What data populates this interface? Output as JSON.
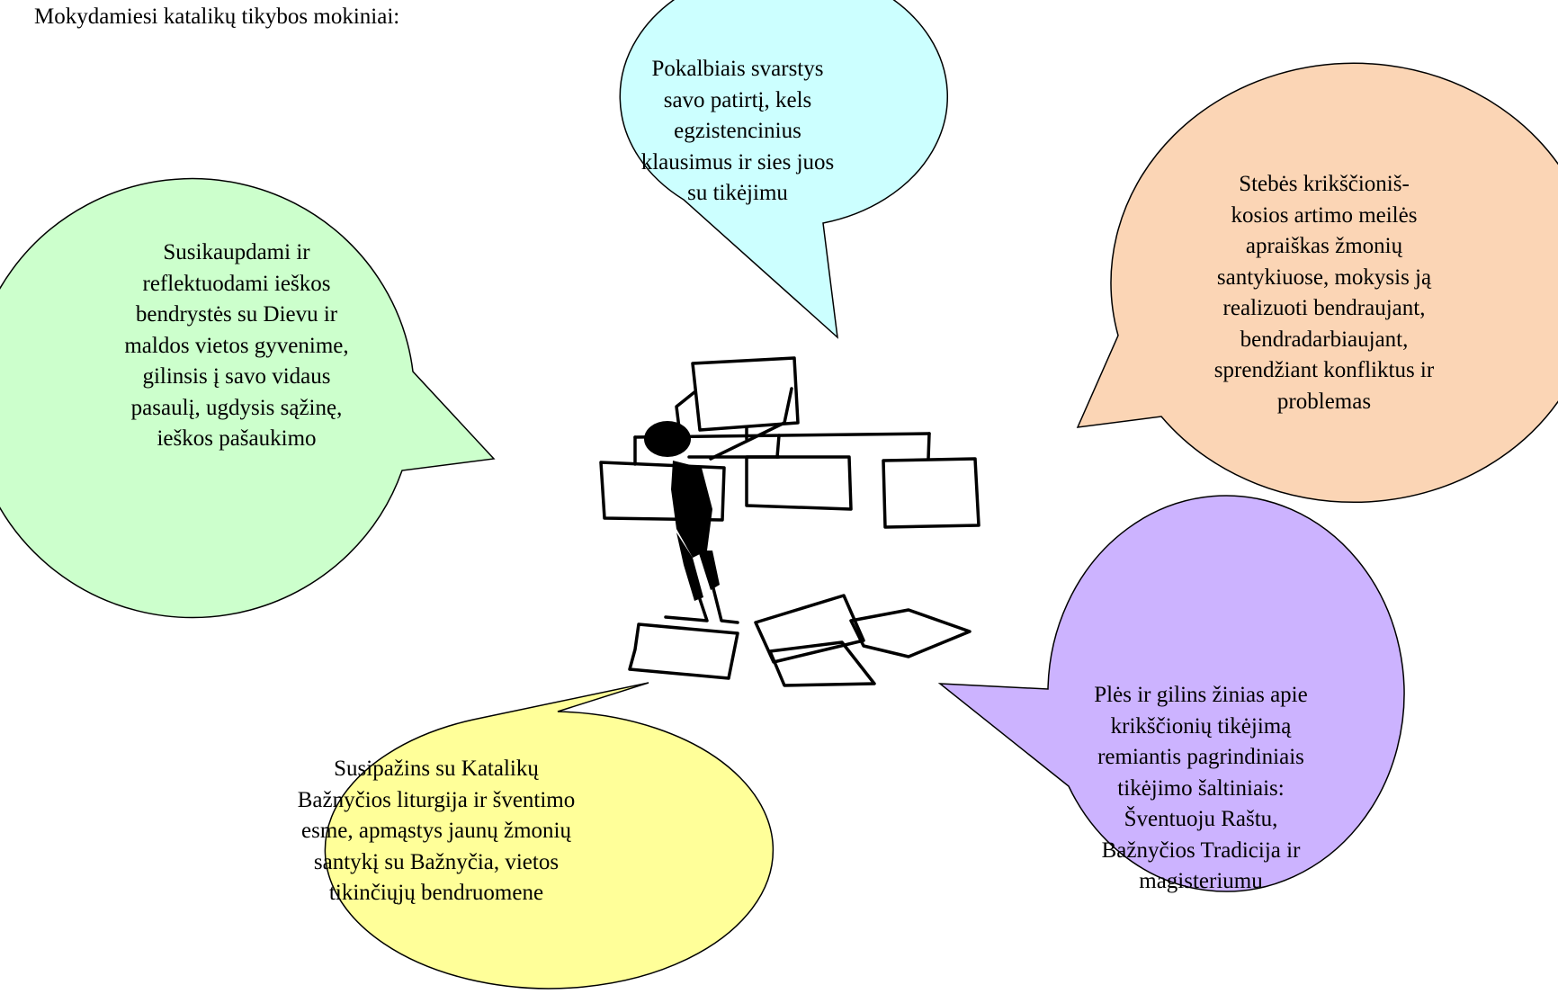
{
  "intro": "Mokydamiesi katalikų tikybos mokiniai:",
  "bubbles": {
    "top": {
      "lines": [
        "Pokalbiais svarstys",
        "savo patirtį, kels",
        "egzistencinius",
        "klausimus ir sies juos",
        "su tikėjimu"
      ],
      "fill": "#ccffff"
    },
    "left": {
      "lines": [
        "Susikaupdami ir",
        "reflektuodami ieškos",
        "bendrystės su Dievu ir",
        "maldos vietos gyvenime,",
        "gilinsis į savo vidaus",
        "pasaulį, ugdysis sąžinę,",
        "ieškos pašaukimo"
      ],
      "fill": "#ccffcc"
    },
    "right": {
      "lines": [
        "Stebės krikščioniš-",
        "kosios artimo meilės",
        "apraiškas žmonių",
        "santykiuose, mokysis ją",
        "realizuoti bendraujant,",
        "bendradarbiaujant,",
        "sprendžiant konfliktus ir",
        "problemas"
      ],
      "fill": "#fbd5b5"
    },
    "bottom": {
      "lines": [
        "Susipažins su Katalikų",
        "Bažnyčios liturgija ir šventimo",
        "esme, apmąstys jaunų žmonių",
        "santykį su Bažnyčia, vietos",
        "tikinčiųjų bendruomene"
      ],
      "fill": "#ffff99"
    },
    "purple": {
      "lines": [
        "Plės ir gilins žinias apie",
        "krikščionių tikėjimą",
        "remiantis pagrindiniais",
        "tikėjimo šaltiniais:",
        "Šventuoju Raštu,",
        "Bažnyčios Tradicija ir",
        "magisteriumu"
      ],
      "fill": "#ccb3ff"
    }
  },
  "figure_icon": "person-holding-org-chart-icon",
  "outline_color": "#000000"
}
